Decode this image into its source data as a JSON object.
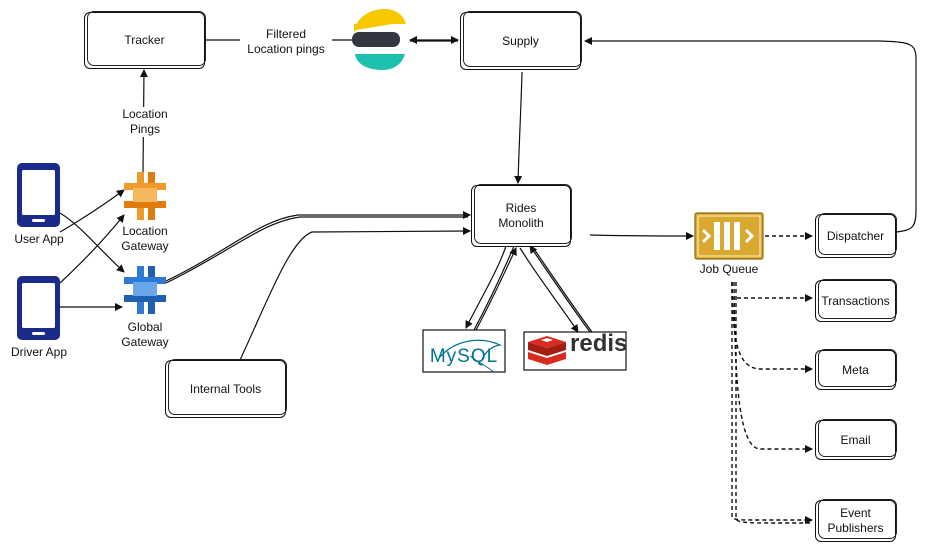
{
  "nodes": {
    "tracker": "Tracker",
    "supply": "Supply",
    "rides_monolith": "Rides\nMonolith",
    "internal_tools": "Internal Tools",
    "dispatcher": "Dispatcher",
    "transactions": "Transactions",
    "meta": "Meta",
    "email": "Email",
    "event_publishers": "Event\nPublishers"
  },
  "labels": {
    "filtered_location_pings": "Filtered\nLocation pings",
    "location_pings": "Location\nPings",
    "user_app": "User App",
    "driver_app": "Driver App",
    "location_gateway": "Location\nGateway",
    "global_gateway": "Global\nGateway",
    "job_queue": "Job Queue"
  },
  "logos": {
    "mysql": "MySQL",
    "redis": "redis"
  },
  "colors": {
    "phone": "#1a2a8a",
    "gateway_orange": "#f09a2a",
    "gateway_blue": "#2d7bd6",
    "elastic_yellow": "#f7c800",
    "elastic_dark": "#343741",
    "elastic_teal": "#1ec0b0",
    "queue_gold": "#d9a830",
    "redis_red": "#d82c20",
    "mysql_blue": "#00758f",
    "mysql_orange": "#f29111"
  },
  "icons": [
    "phone-icon",
    "api-gateway-icon",
    "elasticsearch-icon",
    "job-queue-icon",
    "mysql-logo",
    "redis-logo"
  ]
}
